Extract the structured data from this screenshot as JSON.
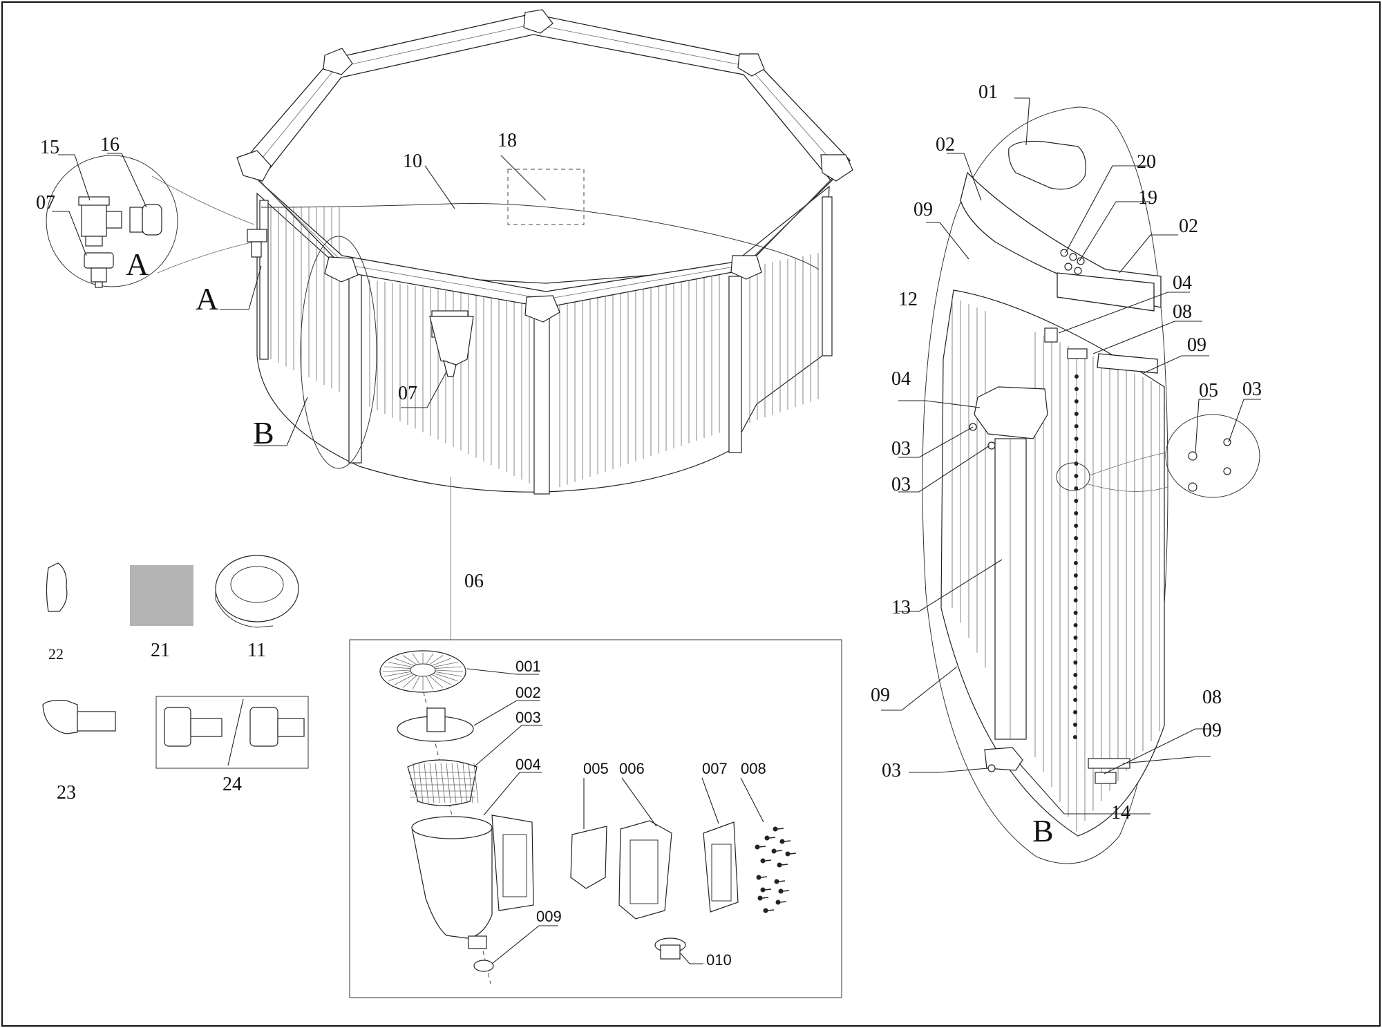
{
  "labels": {
    "pool_18": "18",
    "pool_10": "10",
    "pool_A": "A",
    "pool_B": "B",
    "pool_07": "07",
    "a_15": "15",
    "a_16": "16",
    "a_07": "07",
    "a_A": "A",
    "b_01": "01",
    "b_02a": "02",
    "b_20": "20",
    "b_19": "19",
    "b_09a": "09",
    "b_02b": "02",
    "b_04a": "04",
    "b_12": "12",
    "b_08a": "08",
    "b_09b": "09",
    "b_04b": "04",
    "b_05": "05",
    "b_03a": "03",
    "b_03b": "03",
    "b_03c": "03",
    "b_13": "13",
    "b_09c": "09",
    "b_08b": "08",
    "b_09d": "09",
    "b_03d": "03",
    "b_14": "14",
    "b_B": "B",
    "p_22": "22",
    "p_21": "21",
    "p_11": "11",
    "p_23": "23",
    "p_24": "24",
    "p_06": "06",
    "s_001": "001",
    "s_002": "002",
    "s_003": "003",
    "s_004": "004",
    "s_005": "005",
    "s_006": "006",
    "s_007": "007",
    "s_008": "008",
    "s_009": "009",
    "s_010": "010"
  },
  "colors": {
    "line": "#222222",
    "swatch_21": "#b4b4b4",
    "background": "#ffffff"
  }
}
